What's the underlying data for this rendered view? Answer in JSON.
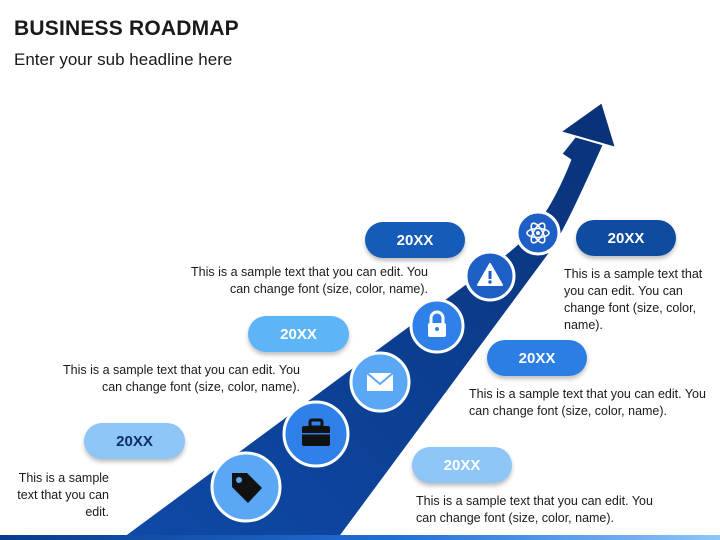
{
  "slide": {
    "title": "BUSINESS ROADMAP",
    "subtitle": "Enter your sub headline here"
  },
  "colors": {
    "arrow": "#0b3a8a",
    "arrow_outline": "#ffffff",
    "circle_light": "#5aa8f5",
    "circle_mid": "#2f80e8",
    "circle_dark": "#1d5fc4",
    "pill_light": "#8fc6f8",
    "pill_sky": "#5db4f7",
    "pill_blue": "#2b7fe3",
    "pill_dark": "#155bb8",
    "pill_navy": "#0f4c9f"
  },
  "milestones": [
    {
      "id": "m1",
      "icon": "price-tag-icon",
      "year": "20XX",
      "text": "This is a sample text that you can edit."
    },
    {
      "id": "m2",
      "icon": "briefcase-icon",
      "year": "20XX",
      "text": "This is a sample text that you can edit. You can change font (size, color, name)."
    },
    {
      "id": "m3",
      "icon": "envelope-icon",
      "year": "20XX",
      "text": "This is a sample text that you can edit. You can change font (size, color, name)."
    },
    {
      "id": "m4",
      "icon": "lock-icon",
      "year": "20XX",
      "text": "This is a sample text that you can edit. You can change font (size, color, name)."
    },
    {
      "id": "m5",
      "icon": "warning-icon",
      "year": "20XX",
      "text": "This is a sample text that you can edit. You can change font (size, color, name)."
    },
    {
      "id": "m6",
      "icon": "atom-icon",
      "year": "20XX",
      "text": "This is a sample text that you can edit. You can change font (size, color, name)."
    }
  ]
}
